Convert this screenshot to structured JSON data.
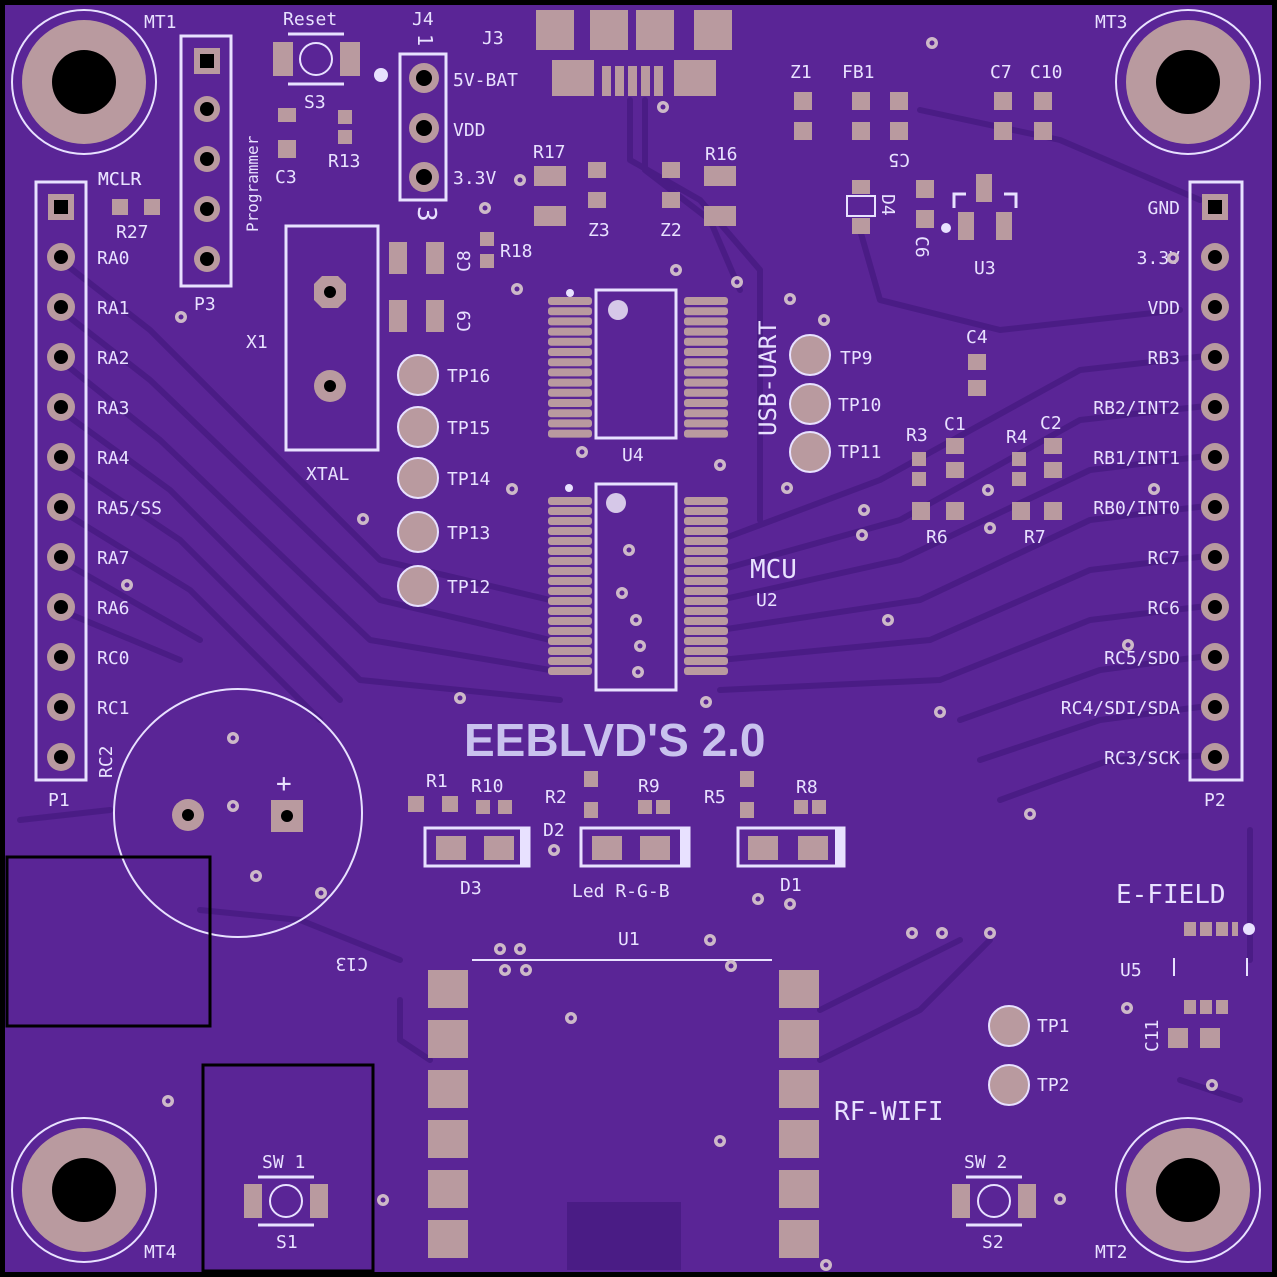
{
  "board": {
    "title": "EEBLVD'S 2.0",
    "colors": {
      "substrate": "#5a2596",
      "trace": "#4a1c85",
      "pad": "#b99a9f",
      "silk": "#e8e1ff",
      "via": "#cdb9c8",
      "outline": "#000000"
    }
  },
  "mounting_holes": {
    "mt1": "MT1",
    "mt2": "MT2",
    "mt3": "MT3",
    "mt4": "MT4"
  },
  "headers": {
    "p1": {
      "ref": "P1",
      "pins": [
        "MCLR",
        "RA0",
        "RA1",
        "RA2",
        "RA3",
        "RA4",
        "RA5/SS",
        "RA7",
        "RA6",
        "RC0",
        "RC1",
        "RC2"
      ]
    },
    "p2": {
      "ref": "P2",
      "pins": [
        "GND",
        "3.3V",
        "VDD",
        "RB3",
        "RB2/INT2",
        "RB1/INT1",
        "RB0/INT0",
        "RC7",
        "RC6",
        "RC5/SDO",
        "RC4/SDI/SDA",
        "RC3/SCK"
      ]
    },
    "p3": {
      "ref": "P3",
      "label": "Programmer"
    },
    "j4": {
      "ref": "J4",
      "pins": [
        "5V-BAT",
        "VDD",
        "3.3V"
      ],
      "marker_top": "1",
      "marker_bottom": "3"
    },
    "j3": {
      "ref": "J3"
    }
  },
  "components": {
    "s3": "S3",
    "reset": "Reset",
    "c3": "C3",
    "r13": "R13",
    "r27": "R27",
    "mclr": "MCLR",
    "x1": "X1",
    "xtal": "XTAL",
    "c8": "C8",
    "c9": "C9",
    "r18": "R18",
    "r17": "R17",
    "r16": "R16",
    "z1": "Z1",
    "z2": "Z2",
    "z3": "Z3",
    "fb1": "FB1",
    "c5": "C5",
    "c6": "C6",
    "c7": "C7",
    "c10": "C10",
    "d4": "D4",
    "u3": "U3",
    "u4": "U4",
    "usb_uart": "USB-UART",
    "u2": "U2",
    "mcu": "MCU",
    "c4": "C4",
    "c1": "C1",
    "c2": "C2",
    "r3": "R3",
    "r4": "R4",
    "r6": "R6",
    "r7": "R7",
    "tp16": "TP16",
    "tp15": "TP15",
    "tp14": "TP14",
    "tp13": "TP13",
    "tp12": "TP12",
    "tp9": "TP9",
    "tp10": "TP10",
    "tp11": "TP11",
    "tp1": "TP1",
    "tp2": "TP2",
    "r1": "R1",
    "r10": "R10",
    "r2": "R2",
    "r9": "R9",
    "r5": "R5",
    "r8": "R8",
    "d1": "D1",
    "d2": "D2",
    "d3": "D3",
    "led": "Led R-G-B",
    "c13": "C13",
    "plus": "+",
    "u1": "U1",
    "rf_wifi": "RF-WIFI",
    "e_field": "E-FIELD",
    "u5": "U5",
    "c11": "C11",
    "sw1": "SW 1",
    "s1": "S1",
    "sw2": "SW 2",
    "s2": "S2"
  }
}
